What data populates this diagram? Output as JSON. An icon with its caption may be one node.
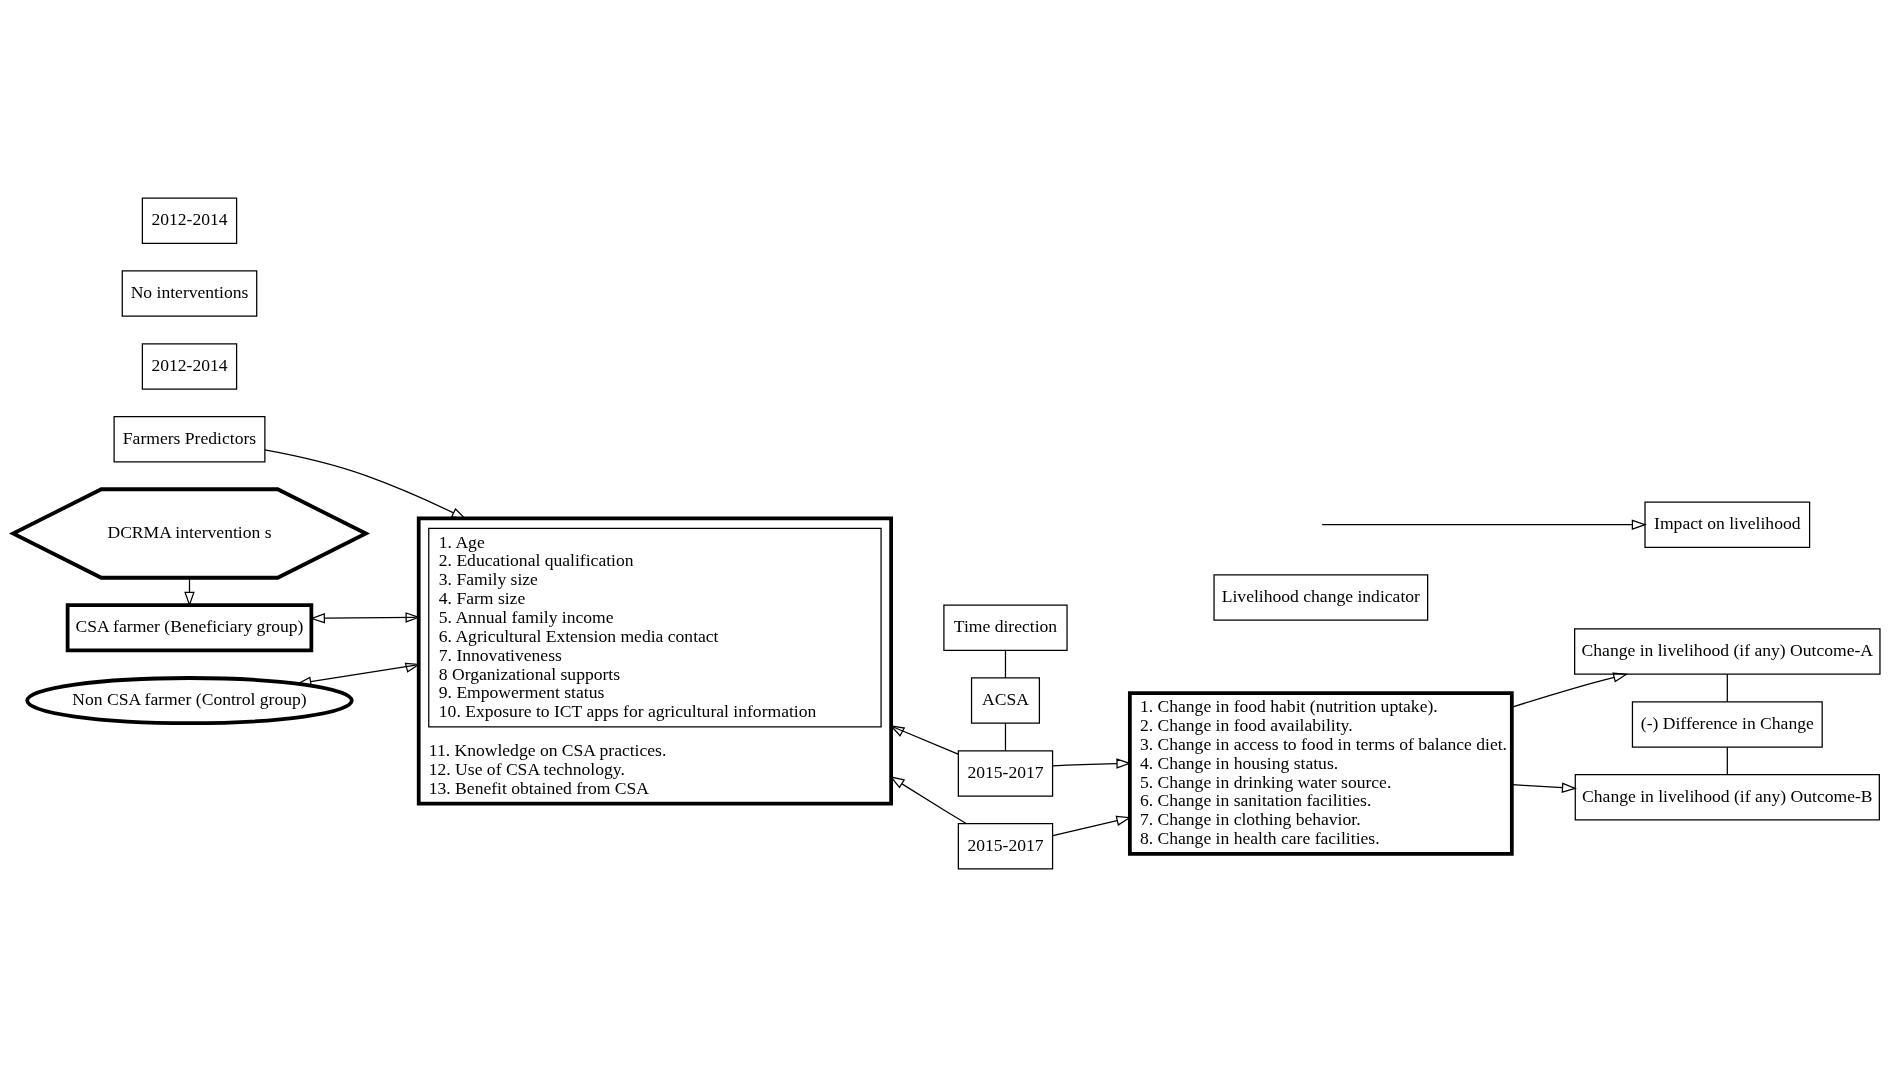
{
  "diagram": {
    "nodes": [
      {
        "text": [
          "Farmers Predictors"
        ]
      },
      {
        "text": [
          "11. Knowledge on CSA practices.",
          "12. Use of CSA technology.",
          "13. Benefit obtained from CSA"
        ]
      },
      {
        "text": [
          "1. Age",
          "2. Educational qualification",
          "3. Family size",
          "4. Farm size",
          "5. Annual family income",
          "6. Agricultural Extension media contact",
          "7. Innovativeness",
          "8 Organizational supports",
          "9. Empowerment status",
          "10. Exposure to ICT apps for agricultural information"
        ],
        "in": 1
      },
      {
        "text": [
          "Livelihood change indicator"
        ]
      },
      {
        "text": [
          "1. Change in food habit (nutrition uptake).",
          "2. Change in food availability.",
          "3. Change in access to food in terms of balance diet.",
          "4. Change in housing status.",
          "5. Change in drinking water source.",
          "6. Change in sanitation facilities.",
          "7. Change in clothing behavior.",
          "8. Change in health care facilities."
        ]
      },
      {
        "text": [
          "DCRMA intervention s"
        ]
      },
      {
        "text": [
          "CSA farmer (Beneficiary group)"
        ]
      },
      {
        "text": [
          "2012-2014"
        ]
      },
      {
        "text": [
          "Non CSA farmer (Control group)"
        ]
      },
      {
        "text": [
          "No interventions"
        ]
      },
      {
        "text": [
          "2012-2014"
        ]
      },
      {
        "text": [
          "Time direction"
        ]
      },
      {
        "text": [
          "ACSA"
        ]
      },
      {
        "text": [
          "2015-2017"
        ]
      },
      {
        "text": [
          "2015-2017"
        ]
      },
      {
        "text": [
          "Change in livelihood (if any) Outcome-A"
        ]
      },
      {
        "text": [
          "(-) Difference in Change"
        ]
      },
      {
        "text": [
          "Impact on livelihood"
        ]
      },
      {
        "text": [
          "Change in livelihood (if any) Outcome-B"
        ]
      }
    ],
    "edges": [
      {
        "from": 0,
        "to": 1,
        "arrow": "to"
      },
      {
        "from": 5,
        "to": 6,
        "arrow": "to"
      },
      {
        "from": 6,
        "to": 1,
        "arrow": "both"
      },
      {
        "from": 8,
        "to": 1,
        "arrow": "both"
      },
      {
        "from": 11,
        "to": 12,
        "arrow": "none"
      },
      {
        "from": 12,
        "to": 13,
        "arrow": "none"
      },
      {
        "from": 13,
        "to": 1,
        "arrow": "to"
      },
      {
        "from": 13,
        "to": 4,
        "arrow": "to"
      },
      {
        "from": 14,
        "to": 1,
        "arrow": "to"
      },
      {
        "from": 14,
        "to": 4,
        "arrow": "to"
      },
      {
        "from": 4,
        "to": 15,
        "arrow": "to"
      },
      {
        "from": 4,
        "to": 18,
        "arrow": "to"
      },
      {
        "from": 15,
        "to": 16,
        "arrow": "none"
      },
      {
        "from": 16,
        "to": 18,
        "arrow": "none"
      },
      {
        "from": null,
        "to": 17,
        "arrow": "to"
      }
    ]
  }
}
